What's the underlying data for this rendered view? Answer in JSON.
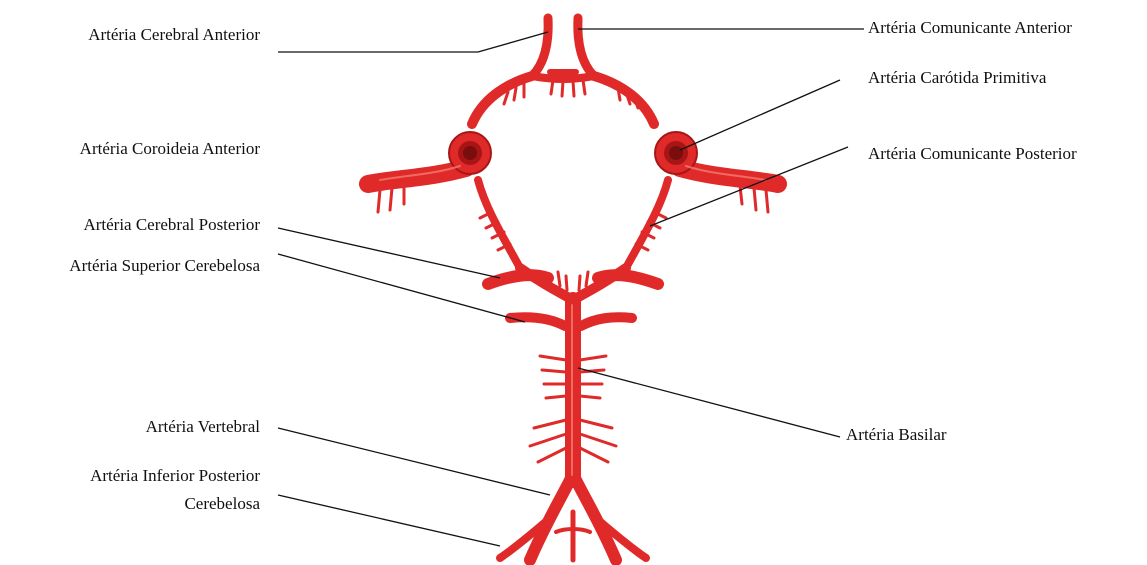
{
  "labels": {
    "cerebral_anterior": "Artéria Cerebral Anterior",
    "coroideia_anterior": "Artéria Coroideia Anterior",
    "cerebral_posterior": "Artéria Cerebral Posterior",
    "superior_cerebelosa": "Artéria Superior Cerebelosa",
    "vertebral": "Artéria Vertebral",
    "inferior_posterior_line1": "Artéria Inferior Posterior",
    "inferior_posterior_line2": "Cerebelosa",
    "comunicante_anterior": "Artéria Comunicante Anterior",
    "carotida_primitiva": "Artéria Carótida Primitiva",
    "comunicante_posterior": "Artéria Comunicante Posterior",
    "basilar": "Artéria Basilar"
  },
  "colors": {
    "artery": "#e02a2a",
    "artery_dark": "#a81515",
    "artery_light": "#f26a5e",
    "leader_line": "#111111"
  }
}
